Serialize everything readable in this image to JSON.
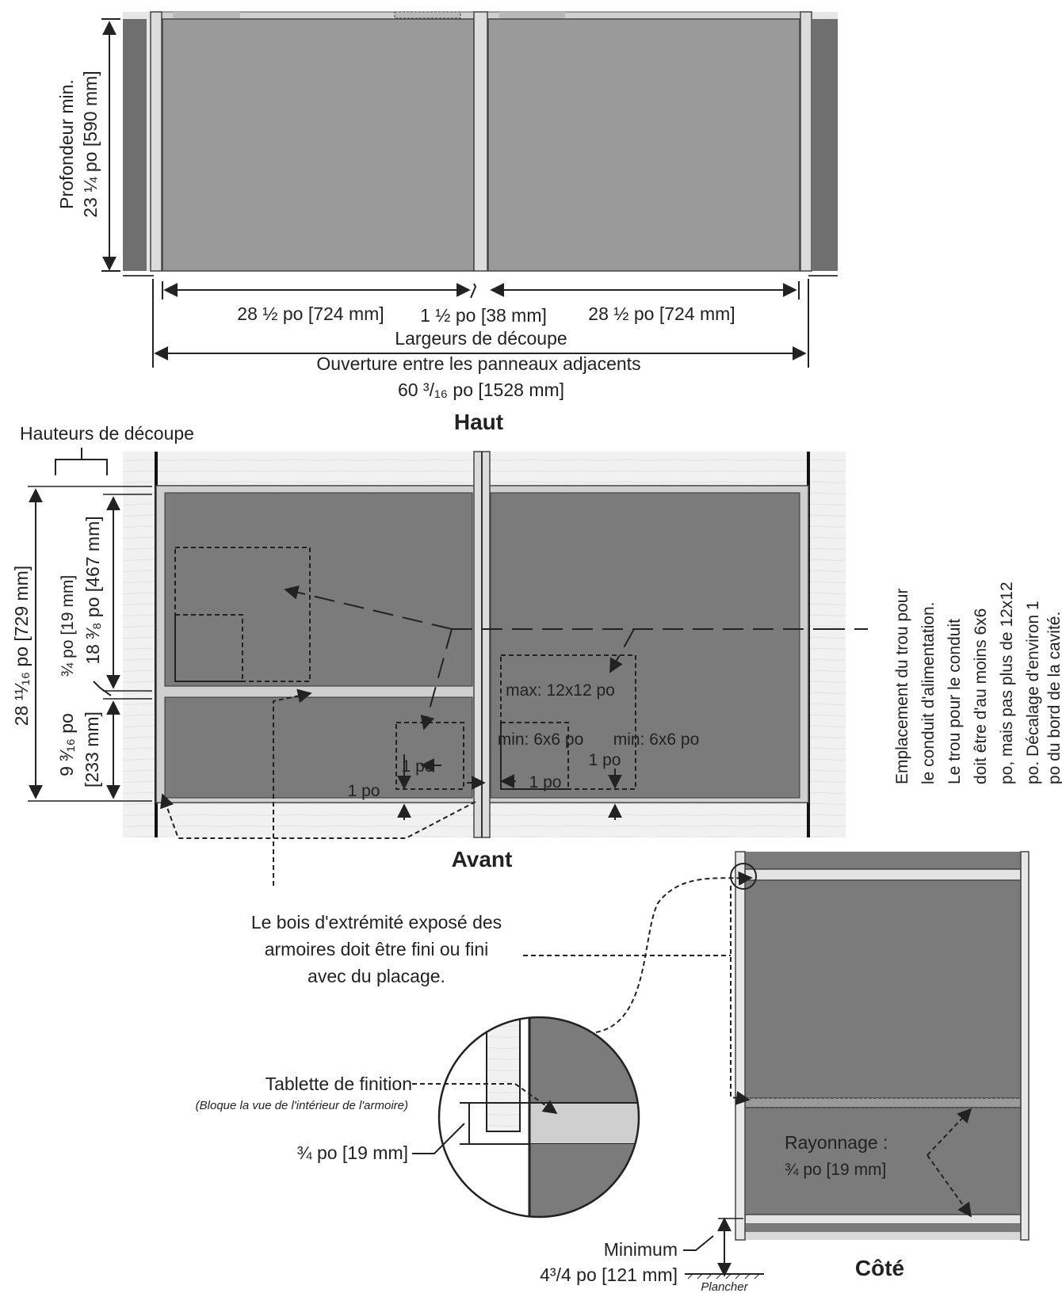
{
  "top_view": {
    "depth_label_1": "Profondeur min.",
    "depth_label_2": "23 ¼ po [590 mm]",
    "width_left": "28 ½ po [724 mm]",
    "width_gap": "1 ½ po [38 mm]",
    "width_right": "28 ½ po [724 mm]",
    "cutout_widths": "Largeurs de découpe",
    "opening_label": "Ouverture entre les panneaux adjacents",
    "opening_value": "60 ³/₁₆ po [1528 mm]"
  },
  "front_view": {
    "top_label": "Haut",
    "front_label": "Avant",
    "cutout_heights": "Hauteurs de découpe",
    "total_height": "28 ¹¹⁄₁₆ po [729 mm]",
    "upper_height": "18 ³⁄₈ po [467 mm]",
    "shelf_thickness": "¾ po [19 mm]",
    "lower_height_1": "9 ³⁄₁₆ po",
    "lower_height_2": "[233 mm]",
    "max_hole": "max: 12x12 po",
    "min_hole_left": "min: 6x6 po",
    "min_hole_right": "min: 6x6 po",
    "offset_1": "1 po",
    "offset_2": "1 po",
    "offset_3": "1 po",
    "offset_4": "1 po"
  },
  "conduit_note": {
    "lines": [
      "Emplacement du trou pour",
      "le conduit d'alimentation.",
      "Le trou pour le conduit",
      "doit être d'au moins 6x6",
      "po, mais pas plus de 12x12",
      "po. Décalage d'environ 1",
      "po du bord de la cavité."
    ]
  },
  "end_note": {
    "lines": [
      "Le bois d'extrémité exposé des",
      "armoires doit être fini ou fini",
      "avec du placage."
    ]
  },
  "detail": {
    "finish_shelf": "Tablette de finition",
    "finish_shelf_note": "(Bloque la vue de l'intérieur de l'armoire)",
    "thickness": "¾ po [19 mm]"
  },
  "side_view": {
    "shelving_1": "Rayonnage :",
    "shelving_2": "¾ po [19 mm]",
    "minimum": "Minimum",
    "min_value": "4³/4 po [121 mm]",
    "floor": "Plancher",
    "side_label": "Côté"
  },
  "colors": {
    "panel_dark": "#7b7b7b",
    "panel_mid": "#9a9a9a",
    "wood": "#f1f1f1",
    "edge": "#cfcfcf"
  }
}
